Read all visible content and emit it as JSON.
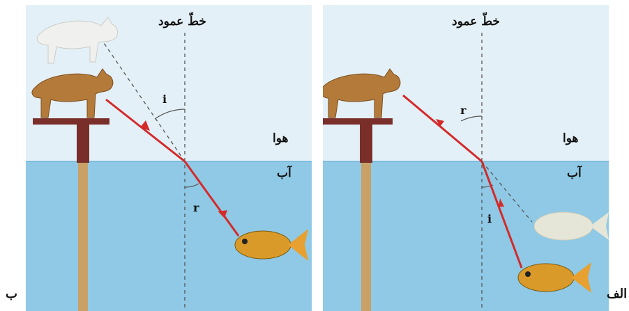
{
  "panels": [
    {
      "id": "b",
      "panel_label": "ب",
      "normal_label": "خطّ عمود",
      "air_label": "هوا",
      "water_label": "آب",
      "incidence_angle_label": "i",
      "refraction_angle_label": "r"
    },
    {
      "id": "alef",
      "panel_label": "الف",
      "normal_label": "خطّ عمود",
      "air_label": "هوا",
      "water_label": "آب",
      "refraction_angle_label": "r",
      "incidence_angle_label": "i"
    }
  ],
  "colors": {
    "sky": "#e4f0f7",
    "water": "#8fc9e6",
    "ray": "#d42a2a",
    "post": "#7a2e2a",
    "pole": "#c9a066",
    "cat": "#b37a3a",
    "ghost": "#f2f2ee",
    "fish": "#d99a2a"
  }
}
